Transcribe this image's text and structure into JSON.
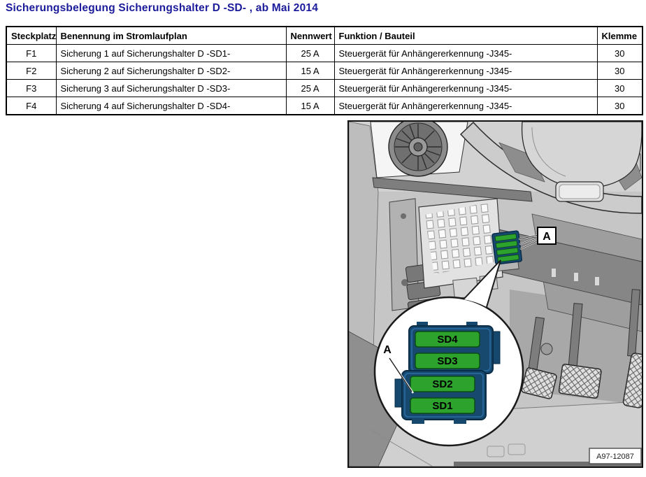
{
  "page": {
    "title": "Sicherungsbelegung Sicherungshalter D -SD- , ab Mai 2014"
  },
  "table": {
    "headers": {
      "slot": "Steckplatz",
      "name": "Benennung im Stromlaufplan",
      "rating": "Nennwert",
      "function": "Funktion / Bauteil",
      "terminal": "Klemme"
    },
    "rows": [
      {
        "slot": "F1",
        "name": "Sicherung 1 auf Sicherungshalter D -SD1-",
        "rating": "25 A",
        "function": "Steuergerät für Anhängererkennung -J345-",
        "terminal": "30"
      },
      {
        "slot": "F2",
        "name": "Sicherung 2 auf Sicherungshalter D -SD2-",
        "rating": "15 A",
        "function": "Steuergerät für Anhängererkennung -J345-",
        "terminal": "30"
      },
      {
        "slot": "F3",
        "name": "Sicherung 3 auf Sicherungshalter D -SD3-",
        "rating": "25 A",
        "function": "Steuergerät für Anhängererkennung -J345-",
        "terminal": "30"
      },
      {
        "slot": "F4",
        "name": "Sicherung 4 auf Sicherungshalter D -SD4-",
        "rating": "15 A",
        "function": "Steuergerät für Anhängererkennung -J345-",
        "terminal": "30"
      }
    ]
  },
  "figure": {
    "callout_label": "A",
    "magnifier_label": "A",
    "fuses": {
      "sd4": "SD4",
      "sd3": "SD3",
      "sd2": "SD2",
      "sd1": "SD1"
    },
    "figure_code": "A97-12087",
    "colors": {
      "fuse_green": "#2da32e",
      "holder_blue": "#17496f",
      "title_blue": "#1b1b9b"
    }
  }
}
